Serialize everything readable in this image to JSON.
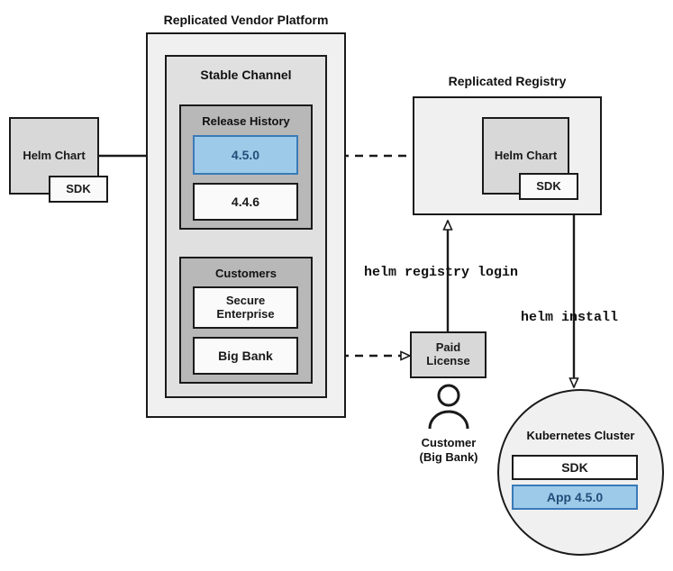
{
  "diagram": {
    "title_labels": {
      "vendor_platform": "Replicated Vendor Platform",
      "replicated_registry": "Replicated Registry"
    },
    "left": {
      "helm_chart_label": "Helm Chart",
      "sdk_label": "SDK"
    },
    "platform": {
      "stable_channel_label": "Stable Channel",
      "release_history": {
        "label": "Release History",
        "releases": [
          {
            "version": "4.5.0",
            "highlighted": true
          },
          {
            "version": "4.4.6",
            "highlighted": false
          }
        ]
      },
      "customers": {
        "label": "Customers",
        "items": [
          {
            "name": "Secure\nEnterprise"
          },
          {
            "name": "Big Bank"
          }
        ]
      }
    },
    "registry": {
      "helm_chart_label": "Helm Chart",
      "sdk_label": "SDK"
    },
    "license": {
      "paid_license_label": "Paid\nLicense",
      "customer_caption_line1": "Customer",
      "customer_caption_line2": "(Big Bank)"
    },
    "cluster": {
      "title": "Kubernetes Cluster",
      "sdk_label": "SDK",
      "app_label": "App 4.5.0"
    },
    "commands": {
      "registry_login": "helm registry login",
      "install": "helm install"
    },
    "colors": {
      "highlight_fill": "#9ecae9",
      "highlight_border": "#3a7ab8",
      "highlight_text": "#1f4e79",
      "stroke": "#1a1a1a",
      "platform_fill": "#f0f0f0",
      "channel_fill": "#e0e0e0",
      "group_fill": "#b8b8b8",
      "box_fill": "#d8d8d8",
      "white_fill": "#fafafa"
    }
  }
}
